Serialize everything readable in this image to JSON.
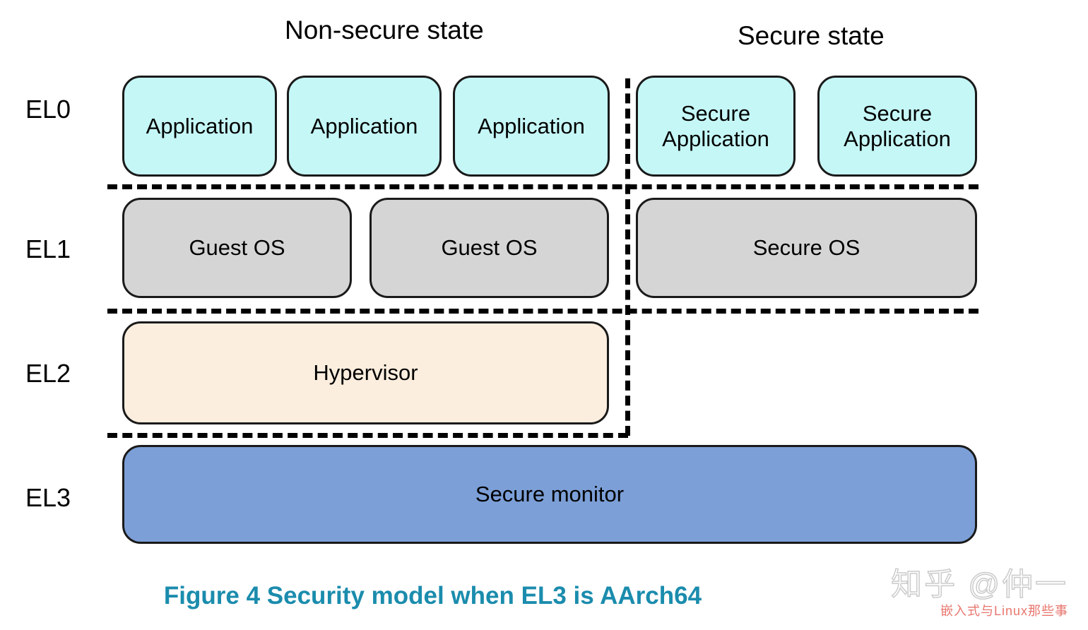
{
  "figure": {
    "caption": "Figure 4 Security model when EL3 is AArch64",
    "caption_color": "#1b8cad"
  },
  "columns": {
    "non_secure_title": "Non-secure state",
    "secure_title": "Secure state"
  },
  "exception_levels": [
    {
      "label": "EL0"
    },
    {
      "label": "EL1"
    },
    {
      "label": "EL2"
    },
    {
      "label": "EL3"
    }
  ],
  "nodes": {
    "el0_non_secure": [
      {
        "label": "Application",
        "color": "#c6f7f7"
      },
      {
        "label": "Application",
        "color": "#c6f7f7"
      },
      {
        "label": "Application",
        "color": "#c6f7f7"
      }
    ],
    "el0_secure": [
      {
        "label": "Secure\nApplication",
        "line1": "Secure",
        "line2": "Application",
        "color": "#c6f7f7"
      },
      {
        "label": "Secure\nApplication",
        "line1": "Secure",
        "line2": "Application",
        "color": "#c6f7f7"
      }
    ],
    "el1_non_secure": [
      {
        "label": "Guest OS",
        "color": "#d5d5d5"
      },
      {
        "label": "Guest OS",
        "color": "#d5d5d5"
      }
    ],
    "el1_secure": [
      {
        "label": "Secure OS",
        "color": "#d5d5d5"
      }
    ],
    "el2": [
      {
        "label": "Hypervisor",
        "color": "#fceede"
      }
    ],
    "el3": [
      {
        "label": "Secure monitor",
        "color": "#7c9fd7"
      }
    ]
  },
  "watermark": {
    "handle": "知乎 @仲一",
    "subtitle": "嵌入式与Linux那些事",
    "subtitle_color": "#e8766e"
  }
}
